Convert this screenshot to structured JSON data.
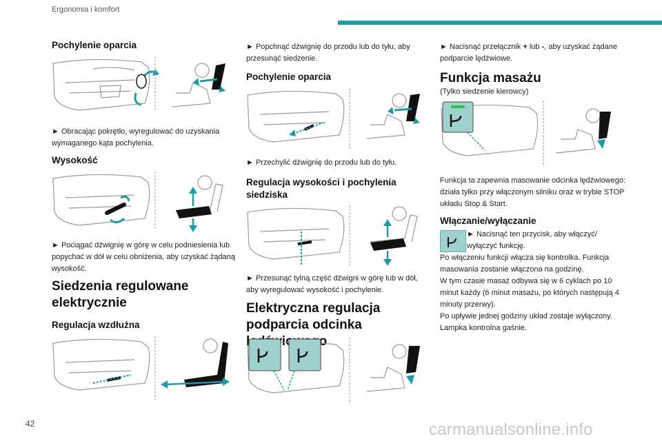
{
  "header": {
    "section": "Ergonomia i komfort"
  },
  "page_number": "42",
  "watermark": "carmanualsonline.info",
  "col1": {
    "h_pochylenie": "Pochylenie oparcia",
    "p_pochylenie": "Obracając pokrętło, wyregulować do uzyskania wymaganego kąta pochylenia.",
    "h_wysokosc": "Wysokość",
    "p_wysokosc": "Pociągać dźwignię w górę w celu podniesienia lub popychać w dół w celu obniżenia, aby uzyskać żądaną wysokość.",
    "h_siedzenia": "Siedzenia regulowane elektrycznie",
    "h_wzdluzna": "Regulacja wzdłużna"
  },
  "col2": {
    "p_popchnac": "Popchnąć dźwignię do przodu lub do tyłu, aby przesunąć siedzenie.",
    "h_pochylenie": "Pochylenie oparcia",
    "p_przechylic": "Przechylić dźwignię do przodu lub do tyłu.",
    "h_wys_poch": "Regulacja wysokości i pochylenia siedziska",
    "p_przesunac": "Przesunąć tylną część dźwigni w górę lub w dół, aby wyregulować wysokość i pochylenie.",
    "h_lędzwiowe": "Elektryczna regulacja podparcia odcinka lędźwiowego"
  },
  "col3": {
    "p_nacisnac_pre": "Nacisnąć przełącznik ",
    "plus": "+",
    "lub": " lub ",
    "minus": "-",
    "p_nacisnac_post": ", aby uzyskać żądane podparcie lędźwiowe.",
    "h_masaz": "Funkcja masażu",
    "p_tylko": "(Tylko siedzenie kierowcy)",
    "p_funkcja": "Funkcja ta zapewnia masowanie odcinka lędźwiowego: działa tylko przy włączonym silniku oraz w trybie STOP układu Stop & Start.",
    "h_wlacz": "Włączanie/wyłączanie",
    "p_nacisnij": "Nacisnąć ten przycisk, aby włączyć/ wyłączyć funkcję.",
    "p_po_wlacz": "Po włączeniu funkcji włącza się kontrolka. Funkcja masowania zostanie włączona na godzinę.",
    "p_w_tym": "W tym czasie masaż odbywa się w 6 cyklach po 10 minut każdy (6 minut masażu, po których następują 4 minuty przerwy).",
    "p_po_uplywie": "Po upływie jednej godziny układ zostaje wyłączony. Lampka kontrolna gaśnie."
  },
  "bullet": "►"
}
